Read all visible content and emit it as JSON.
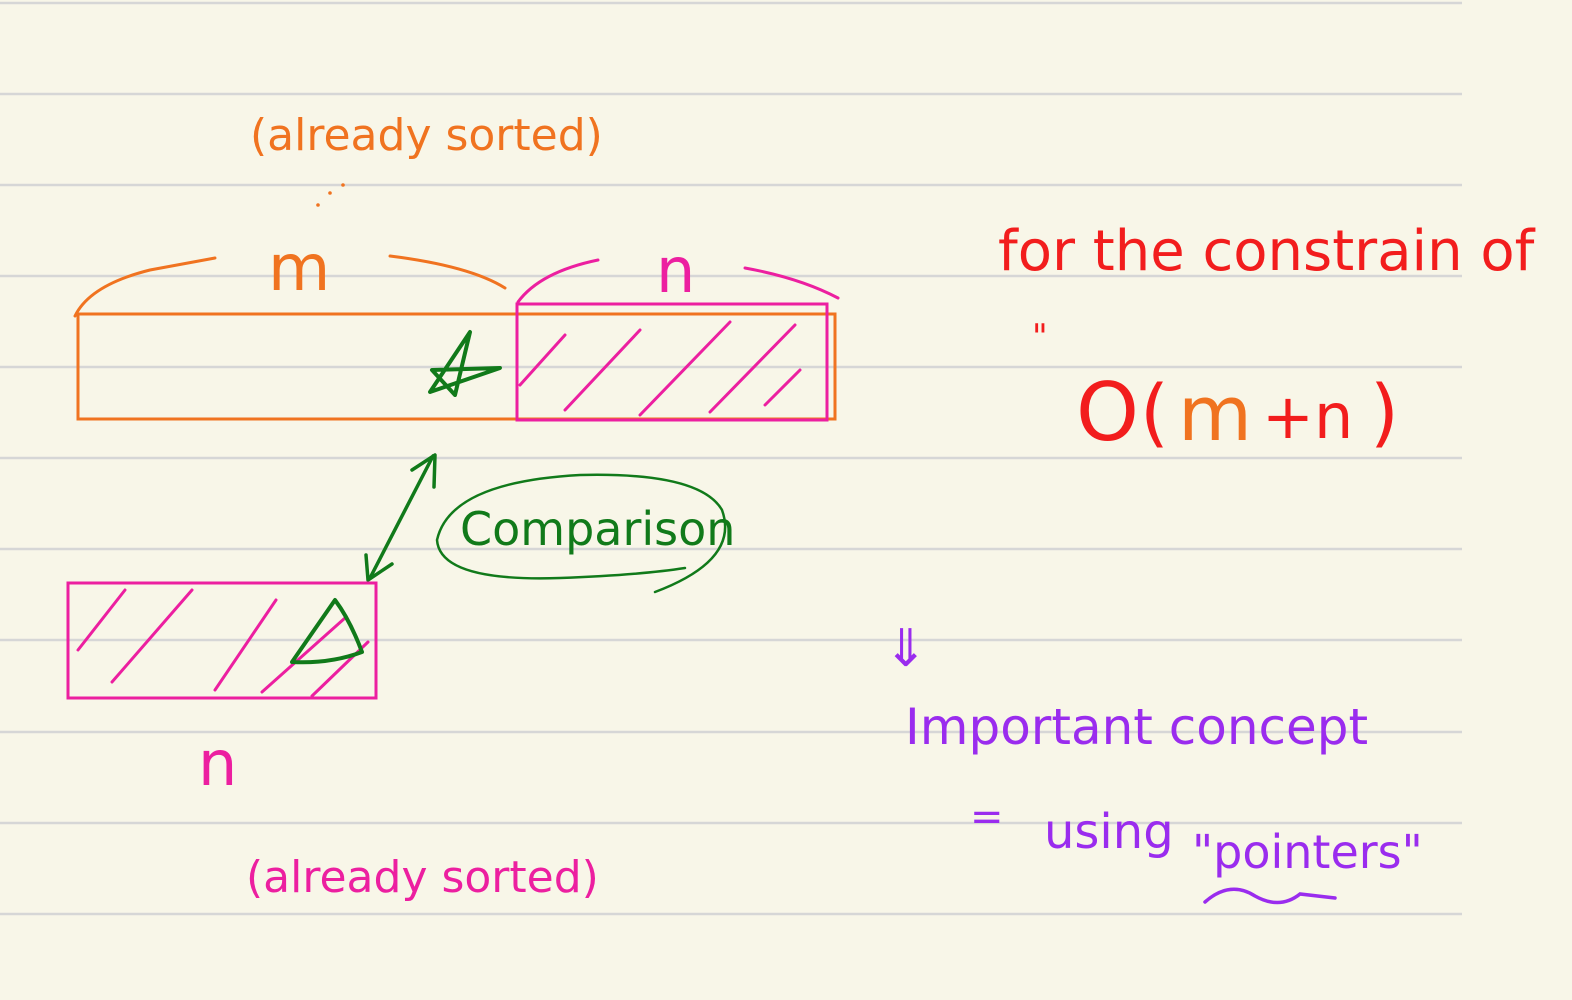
{
  "colors": {
    "paper": "#f8f6e8",
    "rule": "#d6d6d6",
    "orange": "#f07320",
    "pink": "#ec1fa0",
    "red": "#f21d1d",
    "green": "#117a1a",
    "purple": "#9a2cee"
  },
  "left": {
    "top_note": "(already sorted)",
    "m_label": "m",
    "n_top_label": "n",
    "comparison": "Comparison",
    "n_bottom_label": "n",
    "bottom_note": "(already sorted)"
  },
  "right": {
    "constraint_line": "for the constrain of",
    "open_quote": "\"",
    "big_o": "O",
    "open_paren": "(",
    "m": "m",
    "plus_n": "+n",
    "close_paren": ")",
    "arrow_glyph": "⇓",
    "important": "Important concept",
    "equals": "=",
    "using": "using",
    "pointers": "\"pointers\""
  }
}
